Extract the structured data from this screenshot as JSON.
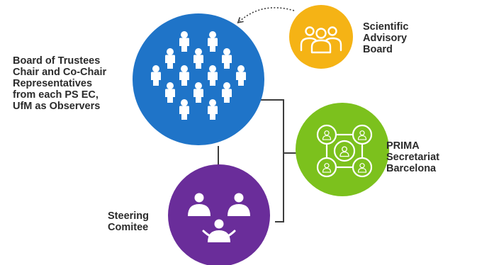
{
  "colors": {
    "board": "#1f74c8",
    "steering": "#6a2d9a",
    "advisory": "#f5b315",
    "secretariat": "#7cc11d",
    "connector": "#3d3d3d",
    "icon": "#ffffff"
  },
  "icons": {
    "board": "crowd-of-people-icon",
    "steering": "people-circle-meeting-icon",
    "advisory": "people-group-icon",
    "secretariat": "network-people-icon"
  },
  "nodes": {
    "board": {
      "lines": [
        "Board of Trustees",
        "Chair and Co-Chair",
        "Representatives",
        "from each PS EC,",
        "UfM as Observers"
      ]
    },
    "steering": {
      "lines": [
        "Steering",
        "Comitee"
      ]
    },
    "advisory": {
      "lines": [
        "Scientific",
        "Advisory",
        "Board"
      ]
    },
    "secretariat": {
      "lines": [
        "PRIMA",
        "Secretariat",
        "Barcelona"
      ]
    }
  }
}
